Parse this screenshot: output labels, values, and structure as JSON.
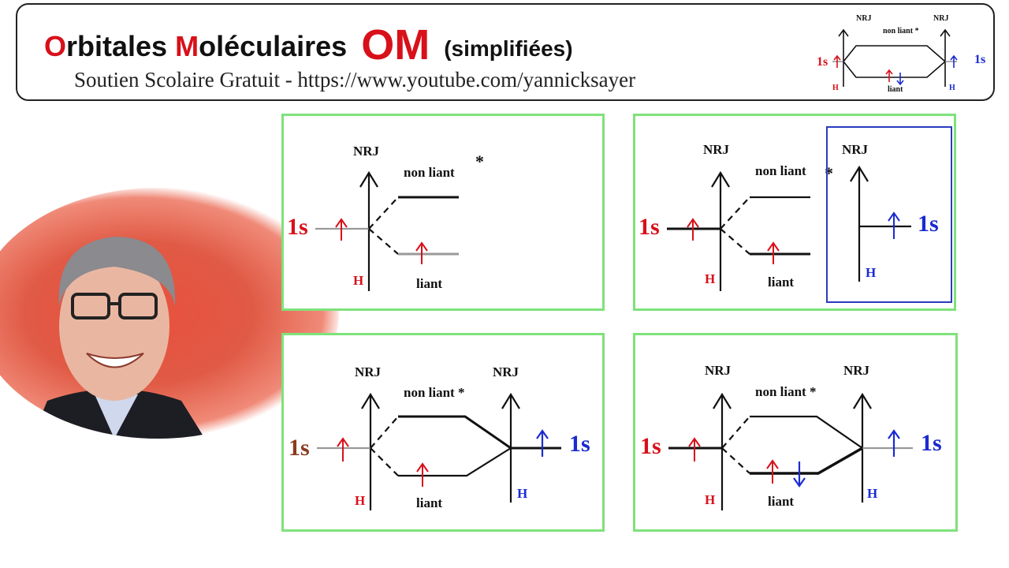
{
  "header": {
    "title_O": "O",
    "title_rbitales": "rbitales ",
    "title_M": "M",
    "title_oleculaires": "oléculaires",
    "title_OM": "OM",
    "title_simplifiees": "(simplifiées)",
    "subtitle": "Soutien Scolaire Gratuit - https://www.youtube.com/yannicksayer"
  },
  "mini_diagram": {
    "nrj_left": "NRJ",
    "nrj_right": "NRJ",
    "non_liant": "non liant *",
    "liant": "liant",
    "left_orbital": "1s",
    "right_orbital": "1s",
    "left_atom": "H",
    "right_atom": "H"
  },
  "panels": {
    "top_left": {
      "nrj": "NRJ",
      "non_liant": "non liant",
      "star": "*",
      "orbital": "1s",
      "atom": "H",
      "liant": "liant"
    },
    "top_right": {
      "nrj": "NRJ",
      "non_liant": "non liant",
      "star": "*",
      "orbital": "1s",
      "atom": "H",
      "liant": "liant",
      "inset_nrj": "NRJ",
      "inset_orbital": "1s",
      "inset_atom": "H"
    },
    "bottom_left": {
      "nrj_left": "NRJ",
      "nrj_right": "NRJ",
      "non_liant": "non liant *",
      "left_orbital": "1s",
      "right_orbital": "1s",
      "left_atom": "H",
      "right_atom": "H",
      "liant": "liant"
    },
    "bottom_right": {
      "nrj_left": "NRJ",
      "nrj_right": "NRJ",
      "non_liant": "non liant *",
      "left_orbital": "1s",
      "right_orbital": "1s",
      "left_atom": "H",
      "right_atom": "H",
      "liant": "liant"
    }
  },
  "colors": {
    "red": "#d8101a",
    "blue": "#1a2bd0",
    "green_border": "#7ee27a",
    "line": "#111111",
    "gray_level": "#999999"
  }
}
